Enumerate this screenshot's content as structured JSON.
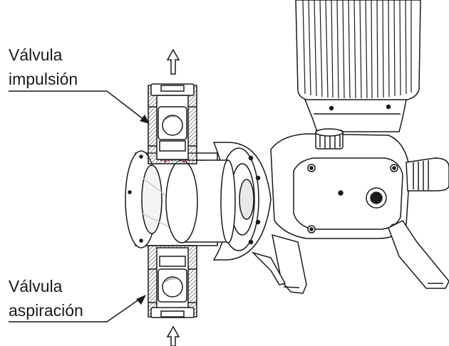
{
  "labels": {
    "discharge_valve": {
      "line1": "Válvula",
      "line2": "impulsión"
    },
    "suction_valve": {
      "line1": "Válvula",
      "line2": "aspiración"
    }
  },
  "colors": {
    "line": "#1a1a1a",
    "section_hatch": "#9a9a9a",
    "valve_red": "#c8353a",
    "fill": "#ffffff"
  },
  "icons": [
    "flow-out-arrow-icon",
    "flow-in-arrow-icon",
    "leader-arrow-icon"
  ]
}
